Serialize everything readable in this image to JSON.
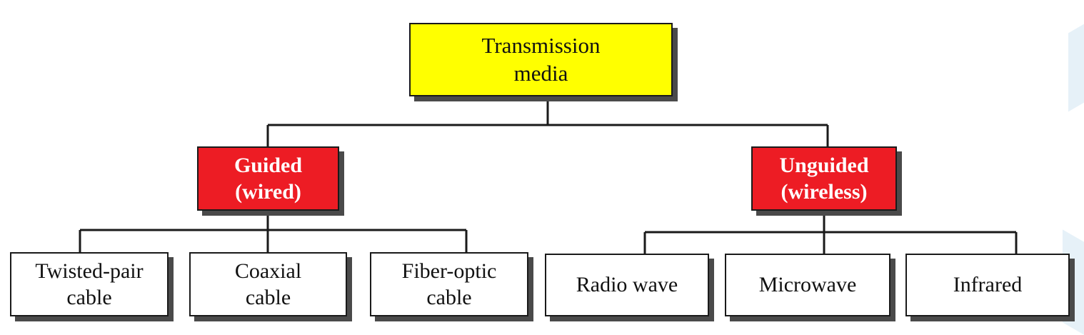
{
  "colors": {
    "root_fill": "#ffff00",
    "category_fill": "#ed1c24",
    "leaf_fill": "#ffffff",
    "line": "#1a1a1a"
  },
  "root": {
    "line1": "Transmission",
    "line2": "media"
  },
  "guided": {
    "line1": "Guided",
    "line2": "(wired)",
    "children": [
      {
        "line1": "Twisted-pair",
        "line2": "cable"
      },
      {
        "line1": "Coaxial",
        "line2": "cable"
      },
      {
        "line1": "Fiber-optic",
        "line2": "cable"
      }
    ]
  },
  "unguided": {
    "line1": "Unguided",
    "line2": "(wireless)",
    "children": [
      {
        "line1": "Radio wave"
      },
      {
        "line1": "Microwave"
      },
      {
        "line1": "Infrared"
      }
    ]
  }
}
